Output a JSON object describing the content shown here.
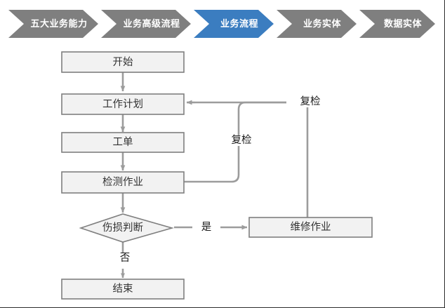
{
  "breadcrumb": {
    "active_color": "#3B7DC0",
    "inactive_color": "#7F7F7F",
    "text_color": "#FFFFFF",
    "items": [
      {
        "label": "五大业务能力",
        "active": false
      },
      {
        "label": "业务高级流程",
        "active": false
      },
      {
        "label": "业务流程",
        "active": true
      },
      {
        "label": "业务实体",
        "active": false
      },
      {
        "label": "数据实体",
        "active": false
      }
    ]
  },
  "flowchart": {
    "type": "flowchart",
    "box_fill": "#F2F2F2",
    "box_border": "#7F7F7F",
    "connector_color": "#9C9C9C",
    "nodes": [
      {
        "id": "start",
        "label": "开始",
        "shape": "rect"
      },
      {
        "id": "plan",
        "label": "工作计划",
        "shape": "rect"
      },
      {
        "id": "order",
        "label": "工单",
        "shape": "rect"
      },
      {
        "id": "inspect",
        "label": "检测作业",
        "shape": "rect"
      },
      {
        "id": "decision",
        "label": "伤损判断",
        "shape": "diamond"
      },
      {
        "id": "repair",
        "label": "维修作业",
        "shape": "rect"
      },
      {
        "id": "end",
        "label": "结束",
        "shape": "rect"
      }
    ],
    "edges": [
      {
        "from": "start",
        "to": "plan",
        "label": ""
      },
      {
        "from": "plan",
        "to": "order",
        "label": ""
      },
      {
        "from": "order",
        "to": "inspect",
        "label": ""
      },
      {
        "from": "inspect",
        "to": "decision",
        "label": ""
      },
      {
        "from": "inspect",
        "to": "plan",
        "label": "复检"
      },
      {
        "from": "decision",
        "to": "repair",
        "label": "是"
      },
      {
        "from": "decision",
        "to": "end",
        "label": "否"
      },
      {
        "from": "repair",
        "to": "plan",
        "label": "复检"
      }
    ],
    "edge_labels": {
      "recheck_inner": "复检",
      "recheck_outer": "复检",
      "yes": "是",
      "no": "否"
    }
  }
}
